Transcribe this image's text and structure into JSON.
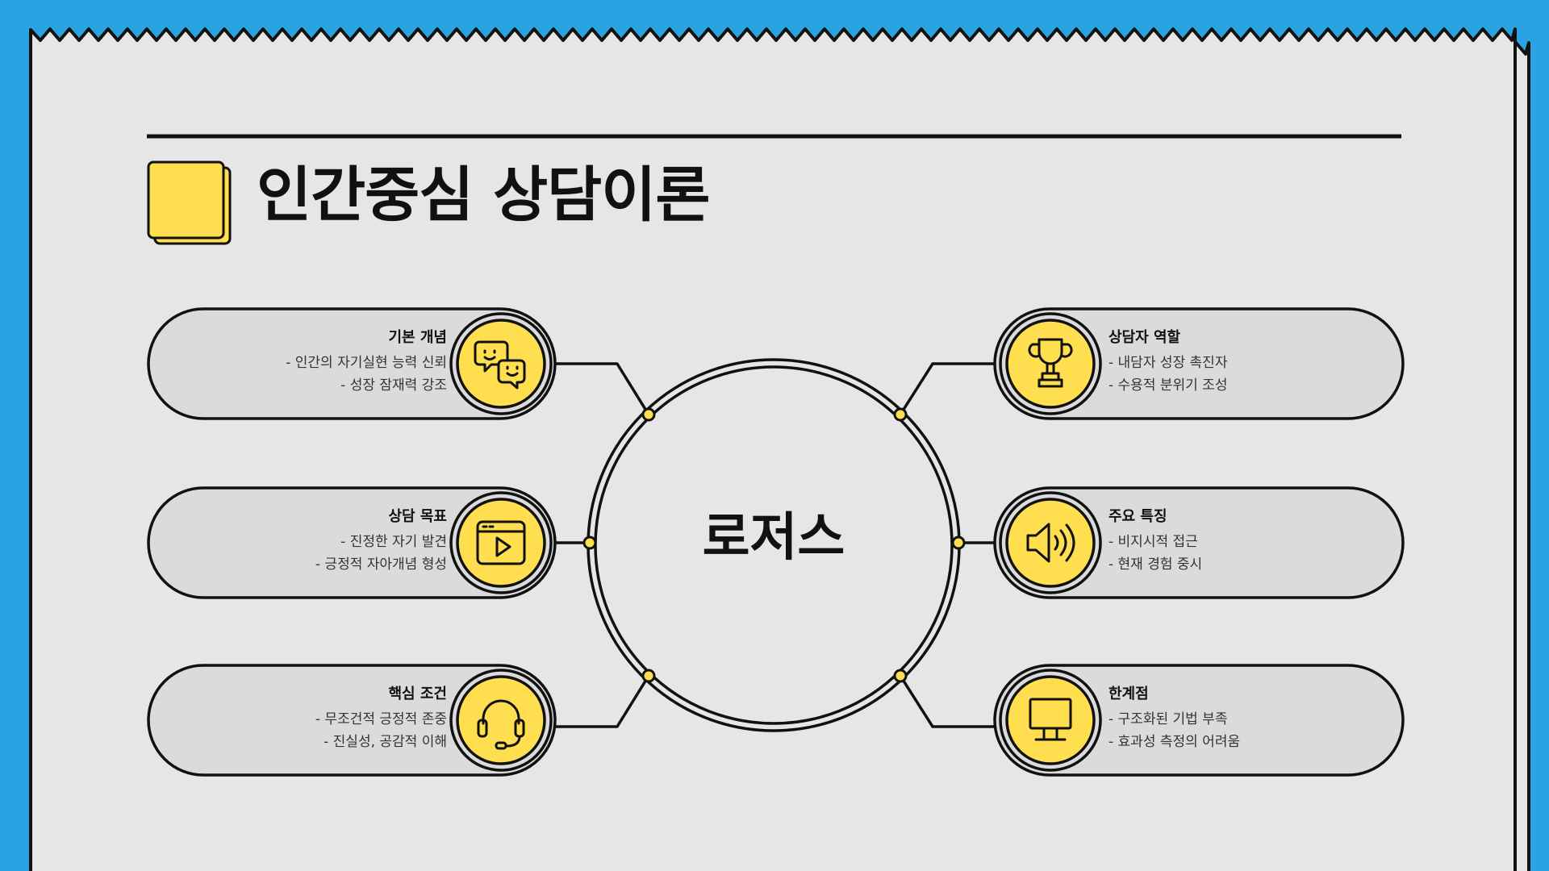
{
  "title": "인간중심 상담이론",
  "center": "로저스",
  "colors": {
    "background": "#29a3e2",
    "paper": "#e6e6e6",
    "accent": "#ffdf4f",
    "ink": "#111111"
  },
  "nodes": [
    {
      "side": "left",
      "heading": "기본 개념",
      "lines": [
        "- 인간의 자기실현 능력 신뢰",
        "- 성장 잠재력 강조"
      ],
      "icon": "chat-bubbles-icon"
    },
    {
      "side": "left",
      "heading": "상담 목표",
      "lines": [
        "- 진정한 자기 발견",
        "- 긍정적 자아개념 형성"
      ],
      "icon": "video-player-icon"
    },
    {
      "side": "left",
      "heading": "핵심 조건",
      "lines": [
        "- 무조건적 긍정적 존중",
        "- 진실성, 공감적 이해"
      ],
      "icon": "headset-icon"
    },
    {
      "side": "right",
      "heading": "상담자 역할",
      "lines": [
        "- 내담자 성장 촉진자",
        "- 수용적 분위기 조성"
      ],
      "icon": "trophy-icon"
    },
    {
      "side": "right",
      "heading": "주요 특징",
      "lines": [
        "- 비지시적 접근",
        "- 현재 경험 중시"
      ],
      "icon": "speaker-icon"
    },
    {
      "side": "right",
      "heading": "한계점",
      "lines": [
        "- 구조화된 기법 부족",
        "- 효과성 측정의 어려움"
      ],
      "icon": "monitor-icon"
    }
  ]
}
